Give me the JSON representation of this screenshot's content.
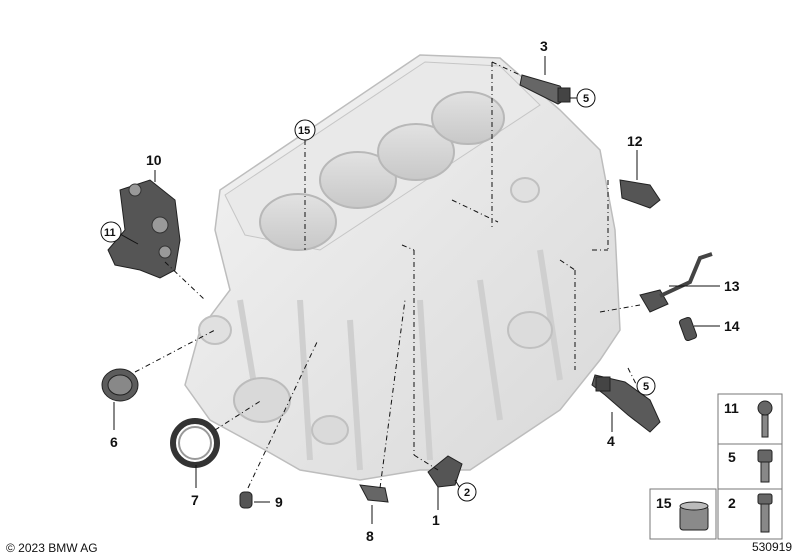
{
  "diagram": {
    "callouts": [
      {
        "id": "c1",
        "label": "1"
      },
      {
        "id": "c2",
        "label": "2"
      },
      {
        "id": "c3",
        "label": "3"
      },
      {
        "id": "c4",
        "label": "4"
      },
      {
        "id": "c5a",
        "label": "5"
      },
      {
        "id": "c5b",
        "label": "5"
      },
      {
        "id": "c6",
        "label": "6"
      },
      {
        "id": "c7",
        "label": "7"
      },
      {
        "id": "c8",
        "label": "8"
      },
      {
        "id": "c9",
        "label": "9"
      },
      {
        "id": "c10",
        "label": "10"
      },
      {
        "id": "c11",
        "label": "11"
      },
      {
        "id": "c12",
        "label": "12"
      },
      {
        "id": "c13",
        "label": "13"
      },
      {
        "id": "c14",
        "label": "14"
      },
      {
        "id": "c15",
        "label": "15"
      }
    ],
    "inset": {
      "labels": [
        "11",
        "5",
        "2",
        "15"
      ]
    }
  },
  "footer": {
    "copyright": "© 2023 BMW AG",
    "diagram_id": "530919"
  }
}
